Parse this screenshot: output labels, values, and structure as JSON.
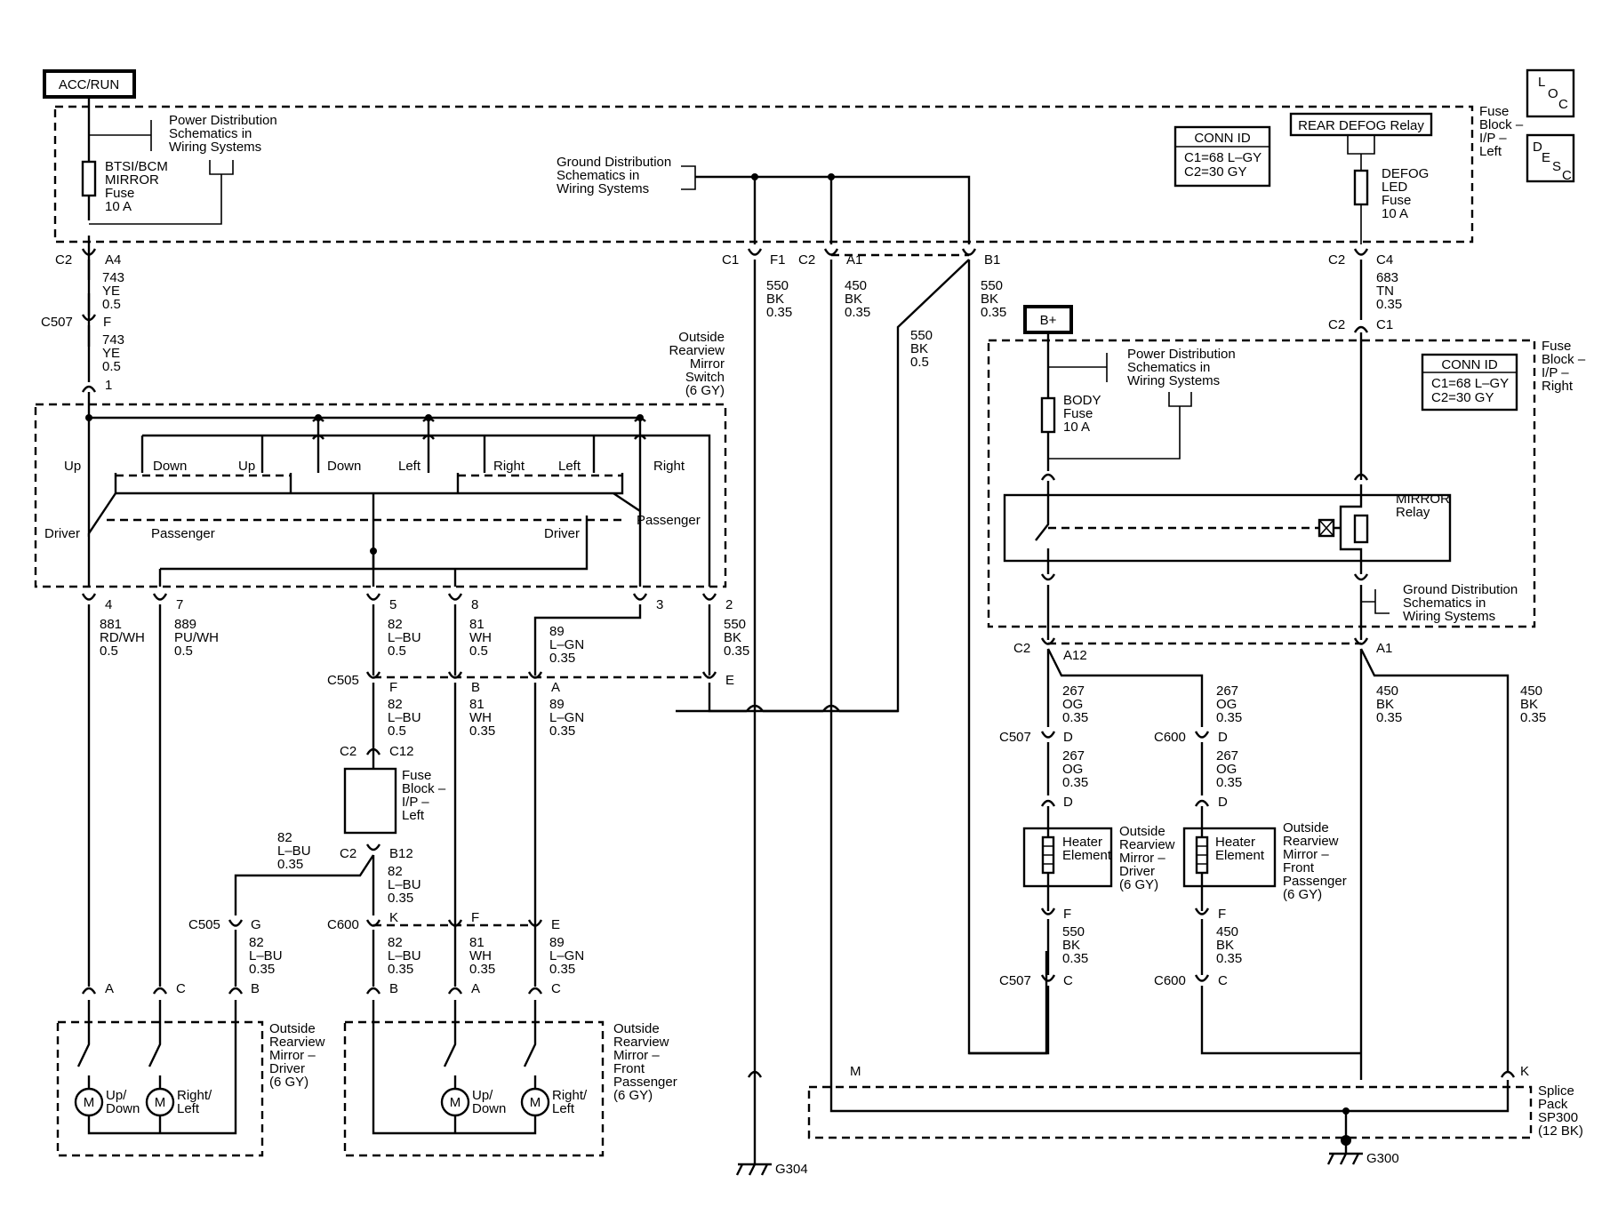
{
  "badges": {
    "acc_run": "ACC/RUN",
    "b_plus": "B+",
    "loc": [
      "L",
      "O",
      "C"
    ],
    "desc": [
      "D",
      "E",
      "S",
      "C"
    ]
  },
  "fuse_block_left": {
    "title": [
      "Fuse",
      "Block –",
      "I/P –",
      "Left"
    ],
    "power_ref": [
      "Power Distribution",
      "Schematics in",
      "Wiring Systems"
    ],
    "ground_ref": [
      "Ground Distribution",
      "Schematics in",
      "Wiring Systems"
    ],
    "mirror_fuse": [
      "BTSI/BCM",
      "MIRROR",
      "Fuse",
      "10 A"
    ],
    "conn_id": {
      "header": "CONN ID",
      "lines": [
        "C1=68 L–GY",
        "C2=30 GY"
      ]
    },
    "rear_defog_relay": "REAR DEFOG Relay",
    "defog_fuse": [
      "DEFOG",
      "LED",
      "Fuse",
      "10 A"
    ]
  },
  "fuse_block_right": {
    "title": [
      "Fuse",
      "Block –",
      "I/P –",
      "Right"
    ],
    "power_ref": [
      "Power Distribution",
      "Schematics in",
      "Wiring Systems"
    ],
    "body_fuse": [
      "BODY",
      "Fuse",
      "10 A"
    ],
    "conn_id": {
      "header": "CONN ID",
      "lines": [
        "C1=68 L–GY",
        "C2=30 GY"
      ]
    },
    "mirror_relay": [
      "MIRROR",
      "Relay"
    ],
    "ground_ref": [
      "Ground Distribution",
      "Schematics in",
      "Wiring Systems"
    ]
  },
  "switch": {
    "title": [
      "Outside",
      "Rearview",
      "Mirror",
      "Switch",
      "(6 GY)"
    ],
    "labels": [
      "Up",
      "Down",
      "Up",
      "Down",
      "Left",
      "Right",
      "Left",
      "Right",
      "Driver",
      "Passenger",
      "Driver",
      "Passenger"
    ]
  },
  "wires": {
    "w743a": [
      "743",
      "YE",
      "0.5"
    ],
    "w743b": [
      "743",
      "YE",
      "0.5"
    ],
    "w550_f1": [
      "550",
      "BK",
      "0.35"
    ],
    "w450_a1": [
      "450",
      "BK",
      "0.35"
    ],
    "w550_b1": [
      "550",
      "BK",
      "0.35"
    ],
    "w550_diag": [
      "550",
      "BK",
      "0.5"
    ],
    "w683": [
      "683",
      "TN",
      "0.35"
    ],
    "w881": [
      "881",
      "RD/WH",
      "0.5"
    ],
    "w889": [
      "889",
      "PU/WH",
      "0.5"
    ],
    "w82a": [
      "82",
      "L–BU",
      "0.5"
    ],
    "w81a": [
      "81",
      "WH",
      "0.5"
    ],
    "w89a": [
      "89",
      "L–GN",
      "0.35"
    ],
    "w550_2": [
      "550",
      "BK",
      "0.35"
    ],
    "w82b": [
      "82",
      "L–BU",
      "0.5"
    ],
    "w81b": [
      "81",
      "WH",
      "0.35"
    ],
    "w89b": [
      "89",
      "L–GN",
      "0.35"
    ],
    "w82c": [
      "82",
      "L–BU",
      "0.35"
    ],
    "w82d": [
      "82",
      "L–BU",
      "0.35"
    ],
    "w82e": [
      "82",
      "L–BU",
      "0.35"
    ],
    "w82f": [
      "82",
      "L–BU",
      "0.35"
    ],
    "w81c": [
      "81",
      "WH",
      "0.35"
    ],
    "w89c": [
      "89",
      "L–GN",
      "0.35"
    ],
    "w267a": [
      "267",
      "OG",
      "0.35"
    ],
    "w267b": [
      "267",
      "OG",
      "0.35"
    ],
    "w267c": [
      "267",
      "OG",
      "0.35"
    ],
    "w267d": [
      "267",
      "OG",
      "0.35"
    ],
    "w450a": [
      "450",
      "BK",
      "0.35"
    ],
    "w450b": [
      "450",
      "BK",
      "0.35"
    ],
    "w550c": [
      "550",
      "BK",
      "0.35"
    ],
    "w450c": [
      "450",
      "BK",
      "0.35"
    ]
  },
  "connectors": {
    "c2": "C2",
    "a4": "A4",
    "c507": "C507",
    "f": "F",
    "one": "1",
    "c1": "C1",
    "f1": "F1",
    "a1": "A1",
    "b1": "B1",
    "c4": "C4",
    "four": "4",
    "seven": "7",
    "five": "5",
    "eight": "8",
    "three": "3",
    "two": "2",
    "c505": "C505",
    "b": "B",
    "a": "A",
    "e": "E",
    "c12": "C12",
    "b12": "B12",
    "c600": "C600",
    "k": "K",
    "g": "G",
    "c": "C",
    "a12": "A12",
    "d": "D",
    "m": "M"
  },
  "mid_fuse": [
    "Fuse",
    "Block –",
    "I/P –",
    "Left"
  ],
  "mirror_driver": {
    "title": [
      "Outside",
      "Rearview",
      "Mirror –",
      "Driver",
      "(6 GY)"
    ],
    "motor1": [
      "Up/",
      "Down"
    ],
    "motor2": [
      "Right/",
      "Left"
    ],
    "m": "M"
  },
  "mirror_pass": {
    "title": [
      "Outside",
      "Rearview",
      "Mirror –",
      "Front",
      "Passenger",
      "(6 GY)"
    ],
    "motor1": [
      "Up/",
      "Down"
    ],
    "motor2": [
      "Right/",
      "Left"
    ],
    "m": "M"
  },
  "heater_driver": {
    "element": [
      "Heater",
      "Element"
    ],
    "title": [
      "Outside",
      "Rearview",
      "Mirror –",
      "Driver",
      "(6 GY)"
    ]
  },
  "heater_pass": {
    "element": [
      "Heater",
      "Element"
    ],
    "title": [
      "Outside",
      "Rearview",
      "Mirror –",
      "Front",
      "Passenger",
      "(6 GY)"
    ]
  },
  "splice": [
    "Splice",
    "Pack",
    "SP300",
    "(12 BK)"
  ],
  "grounds": {
    "g304": "G304",
    "g300": "G300"
  }
}
